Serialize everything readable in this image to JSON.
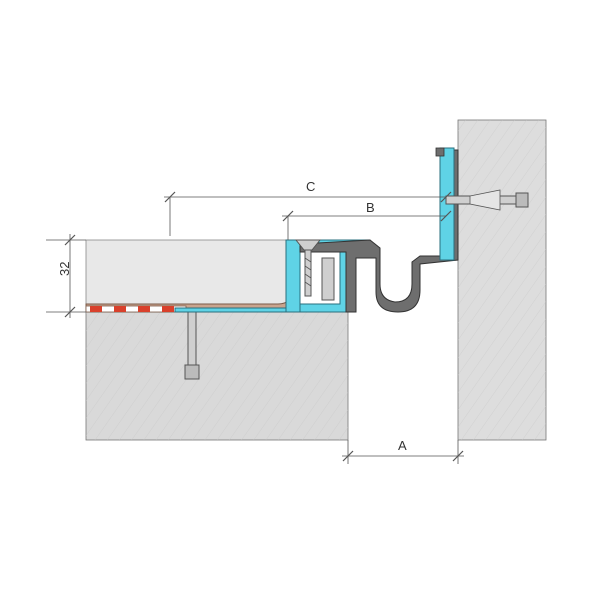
{
  "dimensions": {
    "a_label": "A",
    "b_label": "B",
    "c_label": "C",
    "height_label": "32"
  },
  "colors": {
    "concrete": "#d9d9d9",
    "screed": "#e6e6e6",
    "wall": "#dcdcdc",
    "profile_blue": "#5fd3e6",
    "rubber": "#6e6e6e",
    "membrane": "#c9a48e",
    "hatch_red": "#d9402b",
    "outline": "#555555",
    "dim_line": "#555555",
    "screw": "#cfcfcf"
  }
}
